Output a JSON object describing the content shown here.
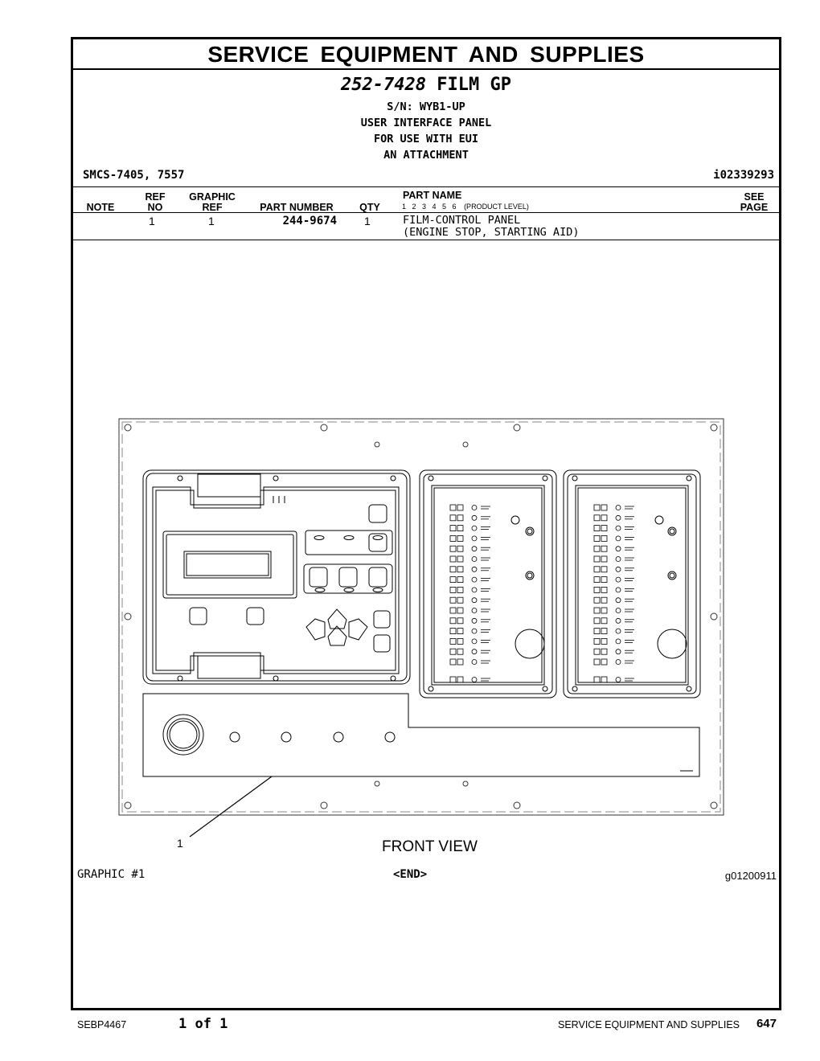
{
  "header": {
    "title": "SERVICE EQUIPMENT AND SUPPLIES",
    "group_number": "252-7428",
    "group_name": "FILM GP",
    "serial": "S/N: WYB1-UP",
    "lines": [
      "USER INTERFACE PANEL",
      "FOR USE WITH EUI",
      "AN ATTACHMENT"
    ],
    "smcs": "SMCS-7405, 7557",
    "info_id": "i02339293"
  },
  "table": {
    "headers": {
      "note": "NOTE",
      "ref_no_1": "REF",
      "ref_no_2": "NO",
      "graphic_ref_1": "GRAPHIC",
      "graphic_ref_2": "REF",
      "part_number": "PART NUMBER",
      "qty": "QTY",
      "part_name": "PART NAME",
      "product_levels": "1 2 3 4 5 6",
      "product_level_label": "(PRODUCT LEVEL)",
      "see_page_1": "SEE",
      "see_page_2": "PAGE"
    },
    "rows": [
      {
        "ref_no": "1",
        "graphic_ref": "1",
        "part_number": "244-9674",
        "qty": "1",
        "part_name_1": "FILM-CONTROL PANEL",
        "part_name_2": "(ENGINE STOP, STARTING AID)"
      }
    ]
  },
  "graphic": {
    "callout": "1",
    "view_label": "FRONT VIEW",
    "graphic_label": "GRAPHIC #1",
    "end_tag": "<END>",
    "graphic_id": "g01200911"
  },
  "footer": {
    "doc_id": "SEBP4467",
    "page_of": "1 of 1",
    "section": "SERVICE EQUIPMENT AND SUPPLIES",
    "page_number": "647"
  }
}
